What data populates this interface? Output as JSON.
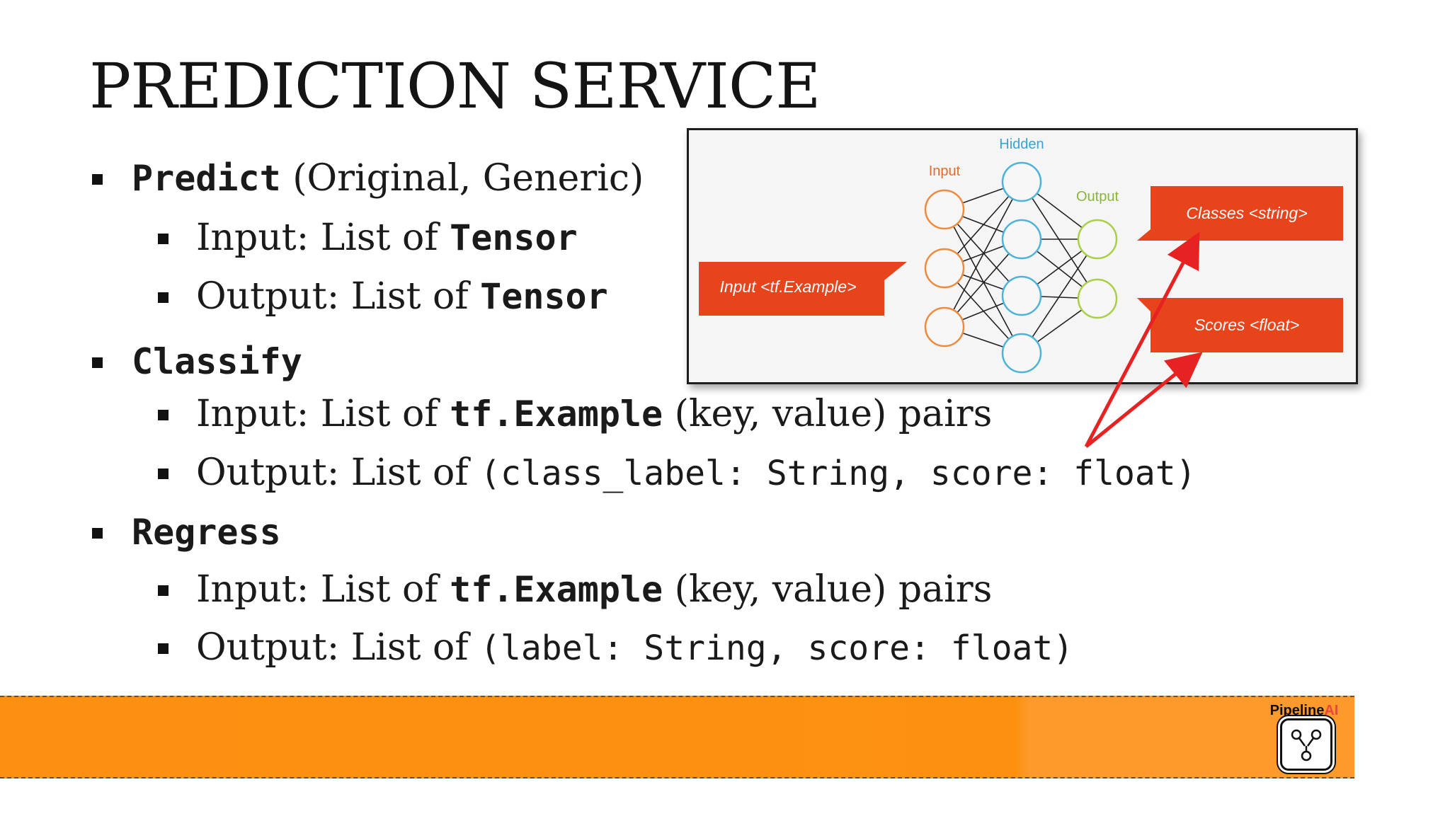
{
  "slide": {
    "title": "PREDICTION SERVICE"
  },
  "sections": [
    {
      "keyword": "Predict",
      "note": "(Original, Generic)",
      "items": [
        {
          "prefix": "Input: List of ",
          "bold": "Tensor"
        },
        {
          "prefix": "Output: List of ",
          "bold": "Tensor"
        }
      ]
    },
    {
      "keyword": "Classify",
      "items": [
        {
          "prefix": "Input:  List of ",
          "bold": "tf.Example",
          "suffix": " (key, value) pairs"
        },
        {
          "prefix": "Output:  List of ",
          "code": "(class_label: String, score: float)"
        }
      ]
    },
    {
      "keyword": "Regress",
      "items": [
        {
          "prefix": "Input:  List of ",
          "bold": "tf.Example",
          "suffix": " (key, value) pairs"
        },
        {
          "prefix": "Output:  List of ",
          "code": "(label: String, score: float)"
        }
      ]
    }
  ],
  "figure": {
    "input_box": "Input <tf.Example>",
    "classes_box": "Classes <string>",
    "scores_box": "Scores <float>",
    "layer_input": "Input",
    "layer_hidden": "Hidden",
    "layer_output": "Output",
    "colors": {
      "orange_box": "#e8441c",
      "input_nodes": "#f08a3c",
      "hidden_nodes": "#4fb3d9",
      "output_nodes": "#a8cf45",
      "hidden_label": "#3aa3d5",
      "arrow": "#e62222"
    }
  },
  "logo": {
    "text_main": "Pipeline",
    "text_accent": "AI"
  },
  "banner_color": "#fd8f12"
}
